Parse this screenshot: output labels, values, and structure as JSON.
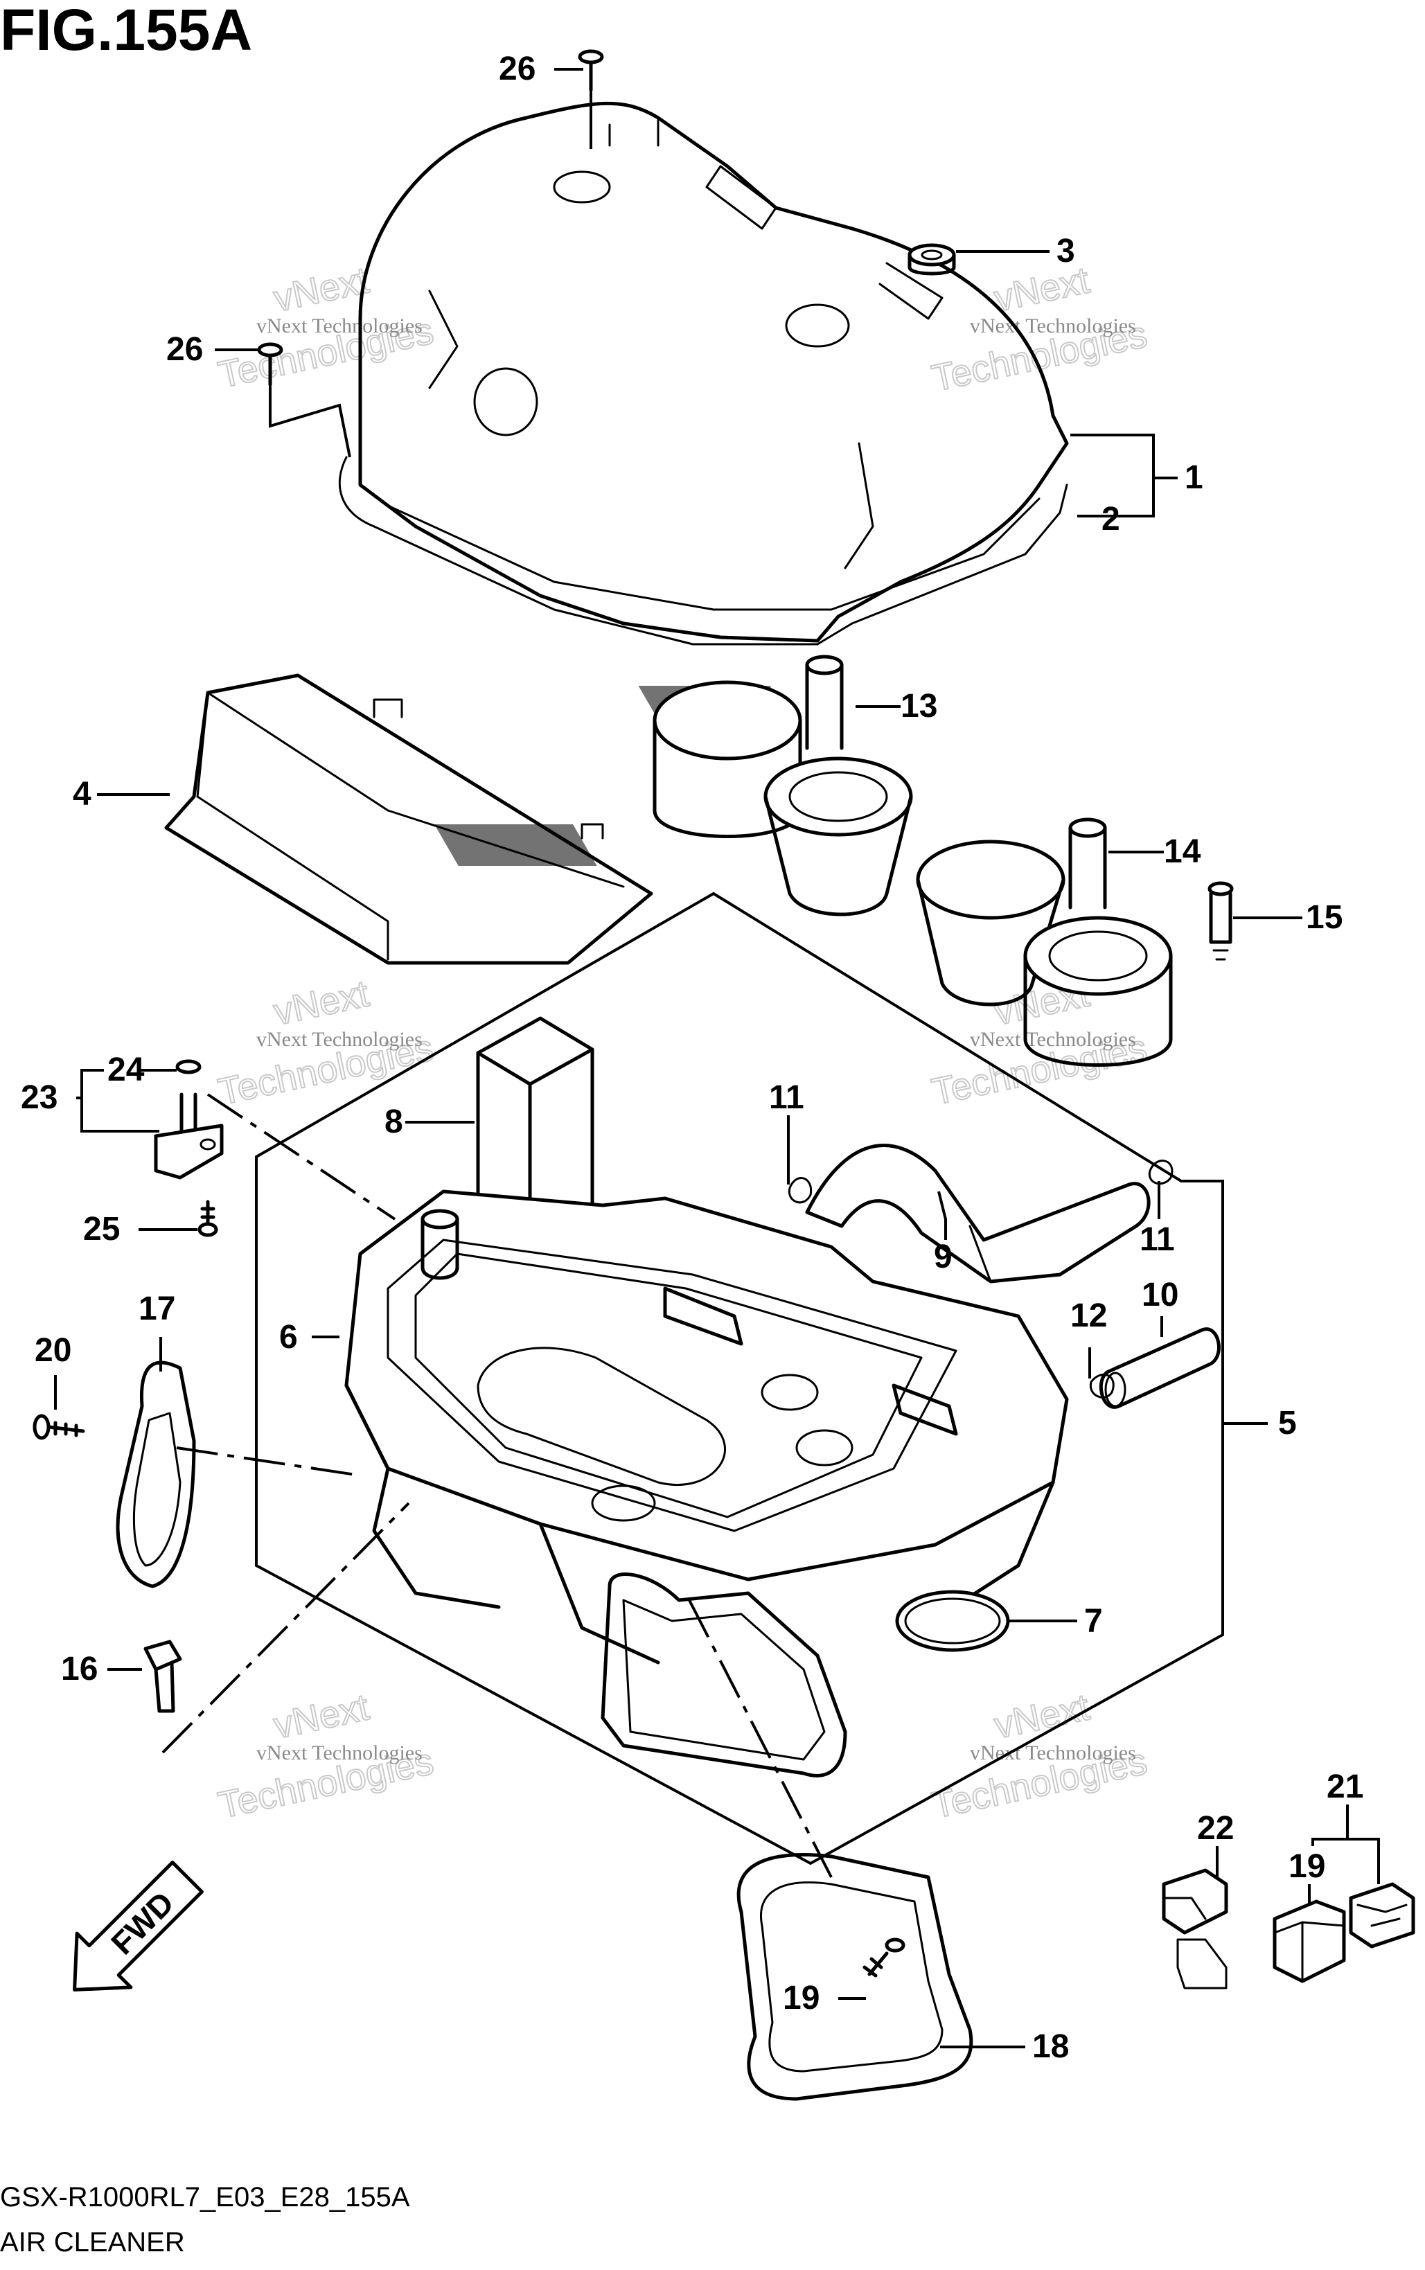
{
  "figure": {
    "title": "FIG.155A",
    "model_code": "GSX-R1000RL7_E03_E28_155A",
    "section_name": "AIR CLEANER"
  },
  "watermark": {
    "line1": "vNext Technologies",
    "line2": "vNext",
    "line3": "Technologies"
  },
  "direction_marker": "FWD",
  "callouts": [
    "1",
    "2",
    "3",
    "4",
    "5",
    "6",
    "7",
    "8",
    "9",
    "10",
    "11",
    "11",
    "12",
    "13",
    "14",
    "15",
    "16",
    "17",
    "18",
    "19",
    "19",
    "20",
    "21",
    "22",
    "23",
    "24",
    "25",
    "26",
    "26"
  ]
}
